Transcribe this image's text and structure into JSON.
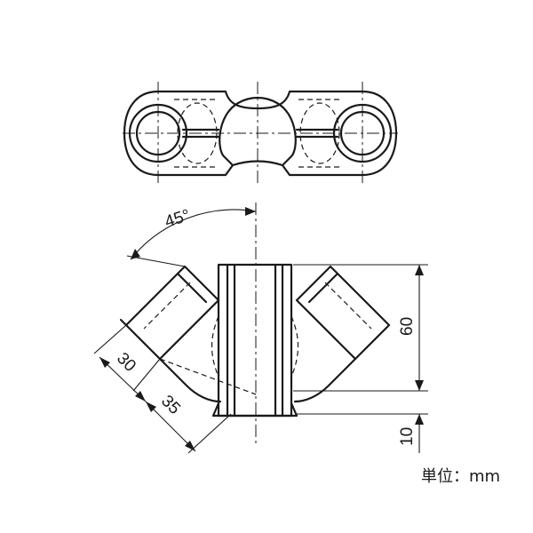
{
  "dimensions": {
    "angle": "45°",
    "d30": "30",
    "d35": "35",
    "d60": "60",
    "d10": "10"
  },
  "unit_label": "単位：mm"
}
